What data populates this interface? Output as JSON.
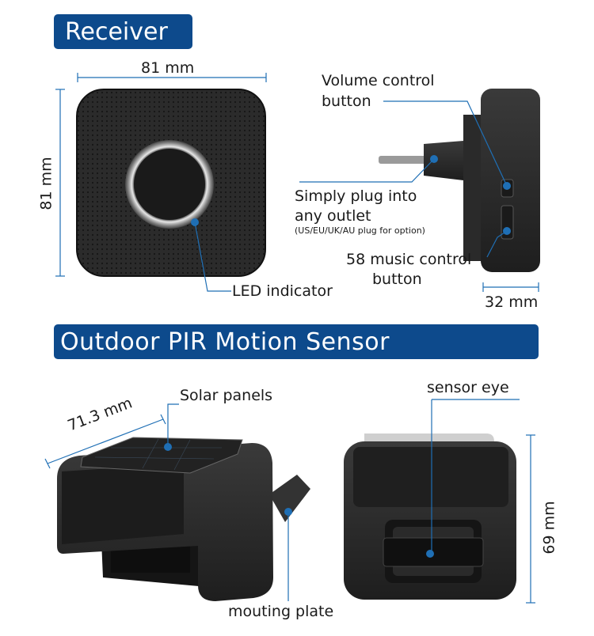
{
  "receiver": {
    "title": "Receiver",
    "width_dim": "81 mm",
    "height_dim": "81 mm",
    "depth_dim": "32 mm",
    "callouts": {
      "volume_line1": "Volume control",
      "volume_line2": "button",
      "plug_line1": "Simply plug into",
      "plug_line2": "any outlet",
      "plug_note": "(US/EU/UK/AU plug for option)",
      "music_line1": "58 music control",
      "music_line2": "button",
      "led": "LED indicator"
    }
  },
  "sensor": {
    "title": "Outdoor PIR Motion Sensor",
    "width_dim": "71.3 mm",
    "height_dim": "69 mm",
    "callouts": {
      "solar": "Solar panels",
      "eye": "sensor eye",
      "plate": "mouting plate"
    }
  },
  "colors": {
    "banner": "#0d4a8c",
    "callout_line": "#1f6fb5",
    "device": "#2a2a2a"
  }
}
